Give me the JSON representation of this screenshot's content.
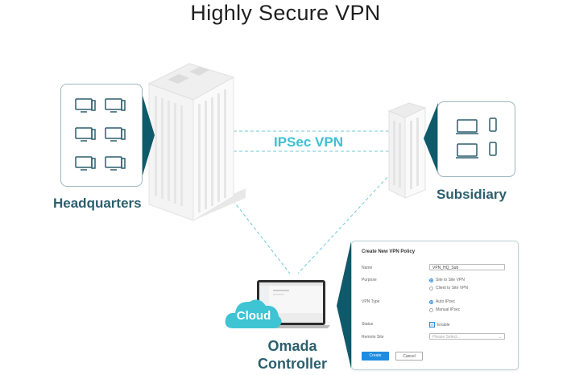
{
  "title": "Highly Secure VPN",
  "sites": {
    "headquarters": {
      "label": "Headquarters",
      "devices": [
        "desktop-monitor",
        "desktop-monitor",
        "desktop-monitor",
        "desktop-monitor",
        "desktop-monitor",
        "desktop-monitor"
      ]
    },
    "subsidiary": {
      "label": "Subsidiary",
      "devices": [
        "laptop",
        "phone",
        "laptop",
        "phone"
      ]
    }
  },
  "link_label": "IPSec VPN",
  "controller": {
    "cloud_label": "Cloud",
    "label_line1": "Omada",
    "label_line2": "Controller"
  },
  "colors": {
    "teal_dark": "#0e5a6b",
    "teal_text": "#2c5f6e",
    "ipsec_cyan": "#3ec1d0",
    "cloud": "#3fc4d4",
    "button_blue": "#1f8ce0"
  },
  "dialog": {
    "title": "Create New VPN Policy",
    "fields": {
      "name": {
        "label": "Name",
        "value": "VPN_HQ_Sub"
      },
      "purpose": {
        "label": "Purpose",
        "options": [
          {
            "label": "Site to Site VPN",
            "selected": true
          },
          {
            "label": "Client to Site VPN",
            "selected": false
          }
        ]
      },
      "vpn_type": {
        "label": "VPN Type",
        "options": [
          {
            "label": "Auto IPsec",
            "selected": true
          },
          {
            "label": "Manual IPsec",
            "selected": false
          }
        ]
      },
      "status": {
        "label": "Status",
        "checkbox_label": "Enable",
        "checked": true
      },
      "remote_site": {
        "label": "Remote Site",
        "placeholder": "Please Select..."
      }
    },
    "buttons": {
      "create": "Create",
      "cancel": "Cancel"
    }
  }
}
